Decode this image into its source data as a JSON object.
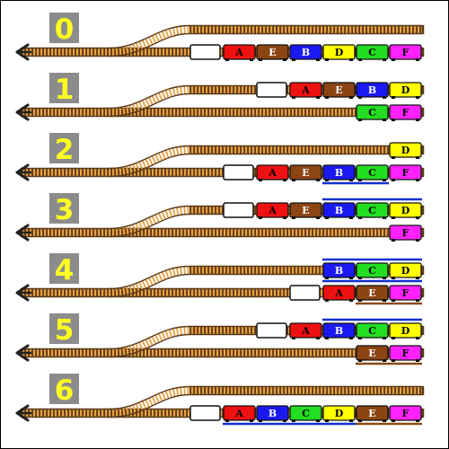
{
  "colors": {
    "track_rail": "#5a3a1a",
    "track_tie": "#e8a040",
    "arrow": "#222222",
    "step_box": "#8c8c8c",
    "step_digit": "#ffff22",
    "underline_blue": "#1030d0",
    "underline_brown": "#8a4a10",
    "engine": "#ffffff",
    "car_border": "#111111"
  },
  "cars": {
    "A": {
      "label": "A",
      "color": "#ee1111",
      "text": "#000000"
    },
    "E": {
      "label": "E",
      "color": "#8b4513",
      "text": "#ffffff"
    },
    "B": {
      "label": "B",
      "color": "#1a1af0",
      "text": "#ffffff"
    },
    "D": {
      "label": "D",
      "color": "#ffff00",
      "text": "#000000"
    },
    "C": {
      "label": "C",
      "color": "#22dd22",
      "text": "#000000"
    },
    "F": {
      "label": "F",
      "color": "#ff22ff",
      "text": "#000000"
    }
  },
  "steps": [
    {
      "number": "0",
      "upper": {
        "engine": false,
        "cars": []
      },
      "lower": {
        "engine": true,
        "cars": [
          "A",
          "E",
          "B",
          "D",
          "C",
          "F"
        ]
      },
      "underlines": []
    },
    {
      "number": "1",
      "upper": {
        "engine": true,
        "cars": [
          "A",
          "E",
          "B",
          "D"
        ]
      },
      "lower": {
        "engine": false,
        "cars": [
          "C",
          "F"
        ]
      },
      "underlines": []
    },
    {
      "number": "2",
      "upper": {
        "engine": false,
        "cars": [
          "D"
        ]
      },
      "lower": {
        "engine": true,
        "cars": [
          "A",
          "E",
          "B",
          "C",
          "F"
        ]
      },
      "underlines": [
        {
          "track": "lower",
          "from": 2,
          "to": 3,
          "color": "blue"
        }
      ]
    },
    {
      "number": "3",
      "upper": {
        "engine": true,
        "cars": [
          "A",
          "E",
          "B",
          "C",
          "D"
        ]
      },
      "lower": {
        "engine": false,
        "cars": [
          "F"
        ]
      },
      "underlines": [
        {
          "track": "upper-over",
          "from": 2,
          "to": 4,
          "color": "blue"
        }
      ]
    },
    {
      "number": "4",
      "upper": {
        "engine": false,
        "cars": [
          "B",
          "C",
          "D"
        ]
      },
      "lower": {
        "engine": true,
        "cars": [
          "A",
          "E",
          "F"
        ]
      },
      "underlines": [
        {
          "track": "upper-over",
          "from": 0,
          "to": 2,
          "color": "blue"
        },
        {
          "track": "upper",
          "from": 0,
          "to": 2,
          "color": "blue"
        },
        {
          "track": "lower",
          "from": 1,
          "to": 2,
          "color": "brown"
        }
      ]
    },
    {
      "number": "5",
      "upper": {
        "engine": true,
        "cars": [
          "A",
          "B",
          "C",
          "D"
        ]
      },
      "lower": {
        "engine": false,
        "cars": [
          "E",
          "F"
        ]
      },
      "underlines": [
        {
          "track": "upper-over",
          "from": 1,
          "to": 3,
          "color": "blue"
        },
        {
          "track": "lower",
          "from": 0,
          "to": 1,
          "color": "brown"
        }
      ]
    },
    {
      "number": "6",
      "upper": {
        "engine": false,
        "cars": []
      },
      "lower": {
        "engine": true,
        "cars": [
          "A",
          "B",
          "C",
          "D",
          "E",
          "F"
        ]
      },
      "underlines": [
        {
          "track": "lower",
          "from": 0,
          "to": 3,
          "color": "blue"
        },
        {
          "track": "lower",
          "from": 4,
          "to": 5,
          "color": "brown"
        }
      ]
    }
  ]
}
